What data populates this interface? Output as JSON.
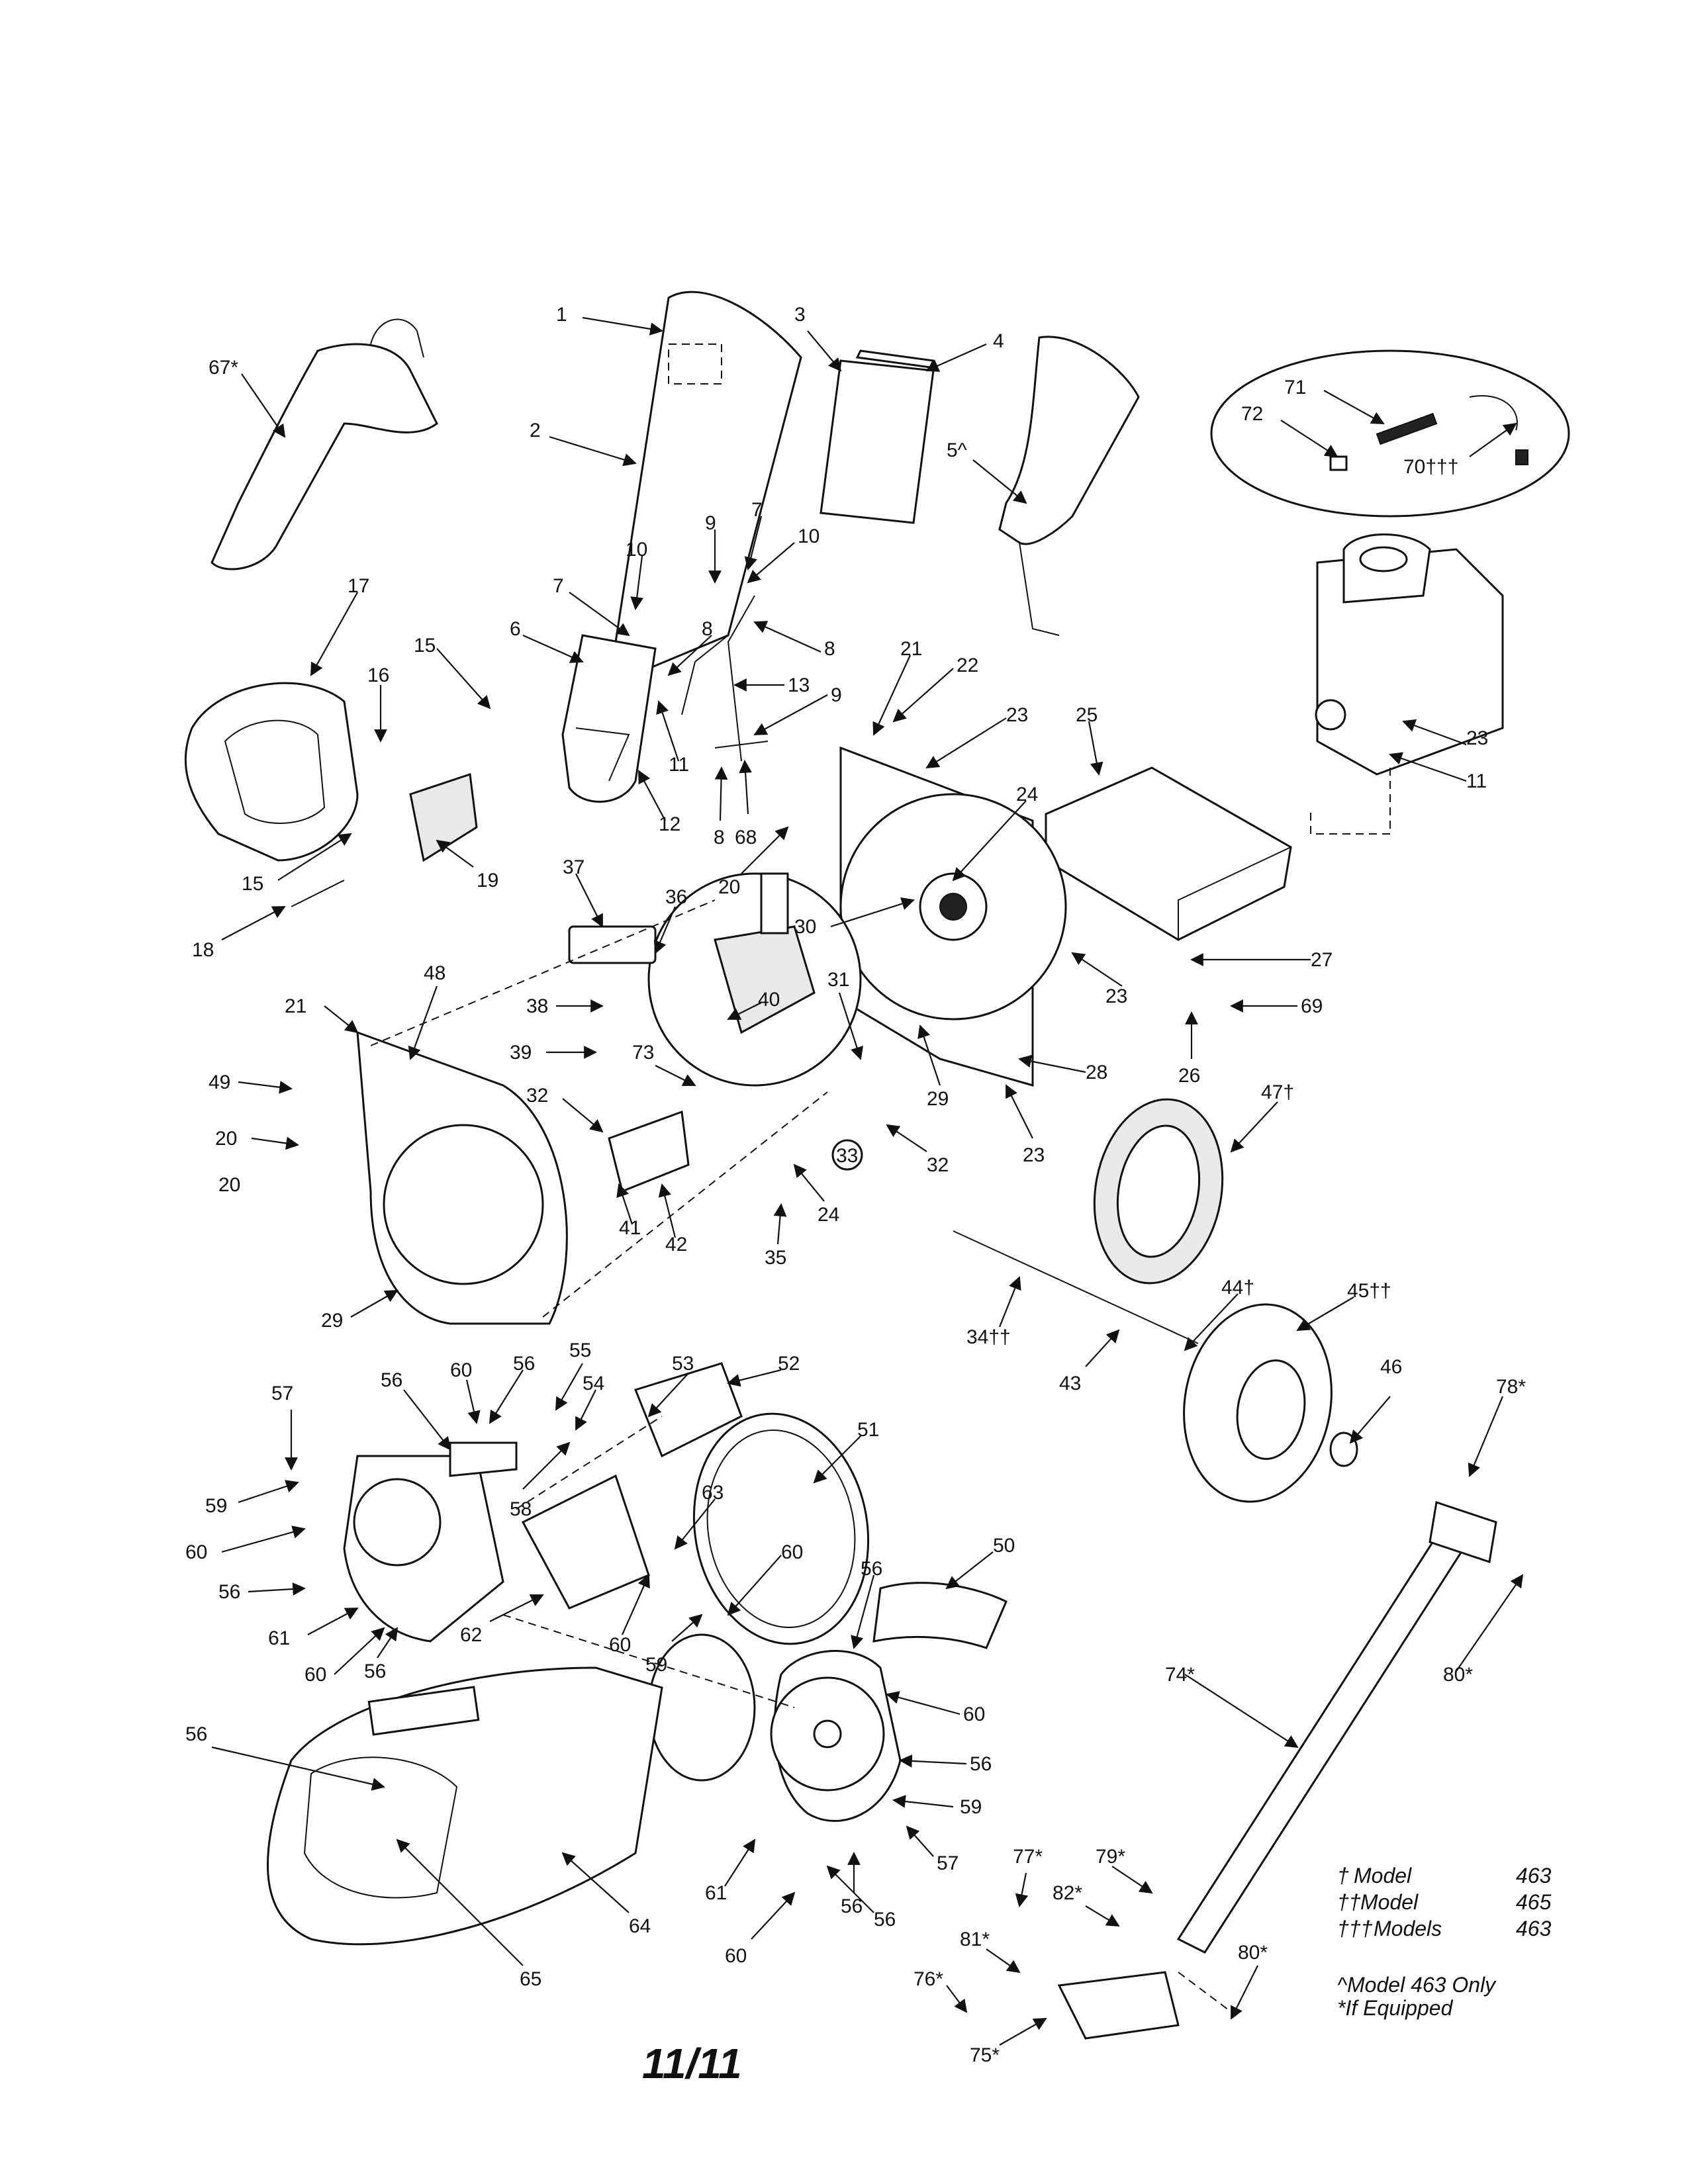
{
  "legend": {
    "rows": [
      {
        "mark": "†",
        "label": "Model",
        "value": "463"
      },
      {
        "mark": "††",
        "label": "Model",
        "value": "465"
      },
      {
        "mark": "†††",
        "label": "Models",
        "value": "463"
      }
    ],
    "note1": "^Model 463 Only",
    "note2": "*If Equipped"
  },
  "page_number": "11/11",
  "callouts": {
    "c1": "1",
    "c2": "2",
    "c3": "3",
    "c4": "4",
    "c5": "5^",
    "c6": "6",
    "c7a": "7",
    "c7b": "7",
    "c8a": "8",
    "c8b": "8",
    "c8c": "8",
    "c9a": "9",
    "c9b": "9",
    "c10a": "10",
    "c10b": "10",
    "c11a": "11",
    "c11b": "11",
    "c12": "12",
    "c13": "13",
    "c15a": "15",
    "c15b": "15",
    "c16": "16",
    "c17": "17",
    "c18": "18",
    "c19": "19",
    "c20a": "20",
    "c20b": "20",
    "c20c": "20",
    "c21a": "21",
    "c21b": "21",
    "c22": "22",
    "c23a": "23",
    "c23b": "23",
    "c23c": "23",
    "c23d": "23",
    "c24a": "24",
    "c24b": "24",
    "c25": "25",
    "c26": "26",
    "c27": "27",
    "c28": "28",
    "c29a": "29",
    "c29b": "29",
    "c30": "30",
    "c31": "31",
    "c32a": "32",
    "c32b": "32",
    "c33": "33",
    "c34": "34††",
    "c35": "35",
    "c36": "36",
    "c37": "37",
    "c38": "38",
    "c39": "39",
    "c40": "40",
    "c41": "41",
    "c42": "42",
    "c43": "43",
    "c44": "44†",
    "c45": "45††",
    "c46": "46",
    "c47": "47†",
    "c48": "48",
    "c49": "49",
    "c50": "50",
    "c51": "51",
    "c52": "52",
    "c53": "53",
    "c54": "54",
    "c55": "55",
    "c56a": "56",
    "c56b": "56",
    "c56c": "56",
    "c56d": "56",
    "c56e": "56",
    "c56f": "56",
    "c56g": "56",
    "c56h": "56",
    "c56i": "56",
    "c57a": "57",
    "c57b": "57",
    "c58": "58",
    "c59a": "59",
    "c59b": "59",
    "c59c": "59",
    "c60a": "60",
    "c60b": "60",
    "c60c": "60",
    "c60d": "60",
    "c60e": "60",
    "c60f": "60",
    "c60g": "60",
    "c61a": "61",
    "c61b": "61",
    "c62": "62",
    "c63": "63",
    "c64": "64",
    "c65": "65",
    "c67": "67*",
    "c68": "68",
    "c69": "69",
    "c70": "70†††",
    "c71": "71",
    "c72": "72",
    "c73": "73",
    "c74": "74*",
    "c75": "75*",
    "c76": "76*",
    "c77": "77*",
    "c78": "78*",
    "c79": "79*",
    "c80a": "80*",
    "c80b": "80*",
    "c81": "81*",
    "c82": "82*"
  }
}
